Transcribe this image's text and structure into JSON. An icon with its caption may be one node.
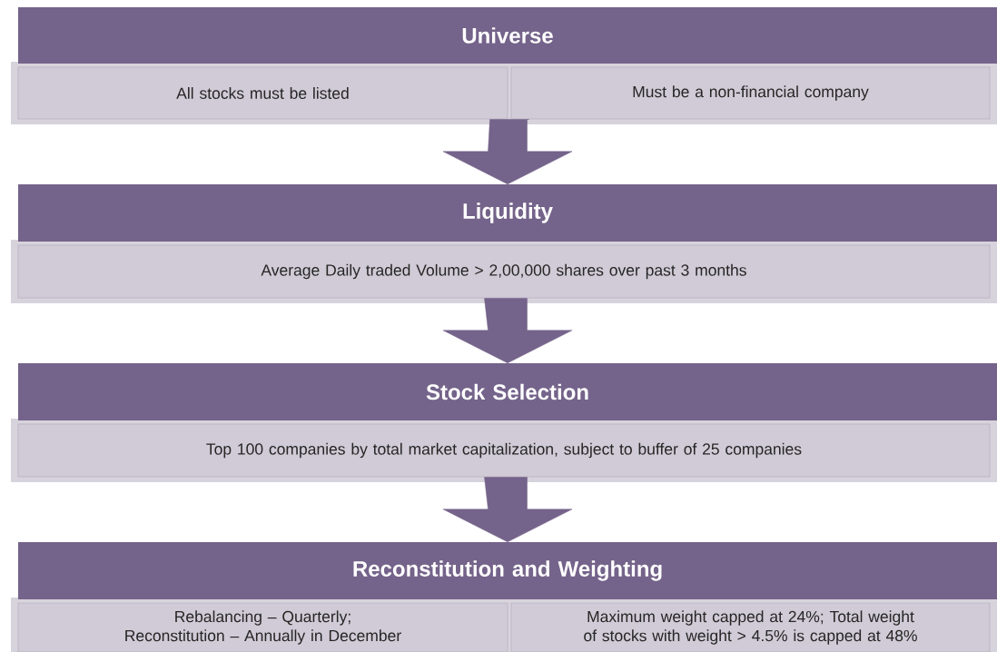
{
  "diagram": {
    "nodes": [
      {
        "text": [
          "Universe"
        ]
      },
      {
        "text": [
          "All stocks must be listed"
        ]
      },
      {
        "text": [
          "Must be a non-financial company"
        ]
      },
      {
        "text": [
          "Liquidity"
        ]
      },
      {
        "text": [
          "Average Daily traded Volume > 2,00,000 shares over past 3 months"
        ]
      },
      {
        "text": [
          "Stock Selection"
        ]
      },
      {
        "text": [
          "Top 100 companies by total market capitalization, subject to buffer of 25 companies"
        ]
      },
      {
        "text": [
          "Reconstitution and Weighting"
        ]
      },
      {
        "text": [
          "Rebalancing – Quarterly; Reconstitution – Annually in December"
        ]
      },
      {
        "text": [
          "Maximum weight capped at 24%; Total weight of stocks with weight > 4.5% is capped at 48%"
        ]
      }
    ],
    "edges": [
      {
        "from": 1,
        "to": 3,
        "arrow": "to"
      },
      {
        "from": 2,
        "to": 3,
        "arrow": "to"
      },
      {
        "from": 4,
        "to": 5,
        "arrow": "to"
      },
      {
        "from": 6,
        "to": 7,
        "arrow": "to"
      }
    ]
  }
}
